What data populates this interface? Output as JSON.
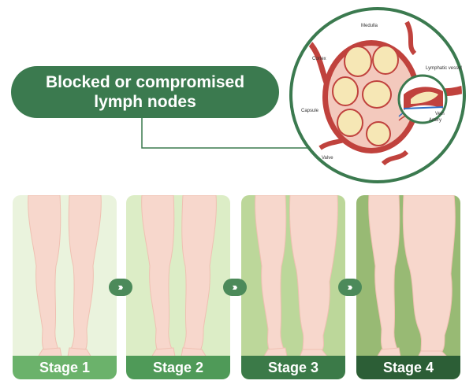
{
  "callout": {
    "line1": "Blocked or compromised",
    "line2": "lymph nodes"
  },
  "node_labels": {
    "medulla": "Medulla",
    "cortex": "Cortex",
    "lymphatic_vessel": "Lymphatic vessel",
    "capsule": "Capsule",
    "vein": "Vein",
    "artery": "Artery",
    "valve": "Valve"
  },
  "stages": [
    {
      "label": "Stage 1",
      "bg": "#eaf3dd",
      "label_bg": "#6bb26b"
    },
    {
      "label": "Stage 2",
      "bg": "#dcedc6",
      "label_bg": "#4f9a58"
    },
    {
      "label": "Stage 3",
      "bg": "#bcd79a",
      "label_bg": "#3b7a48"
    },
    {
      "label": "Stage 4",
      "bg": "#98ba74",
      "label_bg": "#2c5e36"
    }
  ],
  "colors": {
    "brand_green": "#3b7a4f",
    "skin": "#f7d7cc",
    "skin_shade": "#efc0b2",
    "node_red": "#c0423d",
    "node_cream": "#f6e7b5"
  },
  "icons": {
    "stage_arrow": "chevron-double-right-icon"
  }
}
